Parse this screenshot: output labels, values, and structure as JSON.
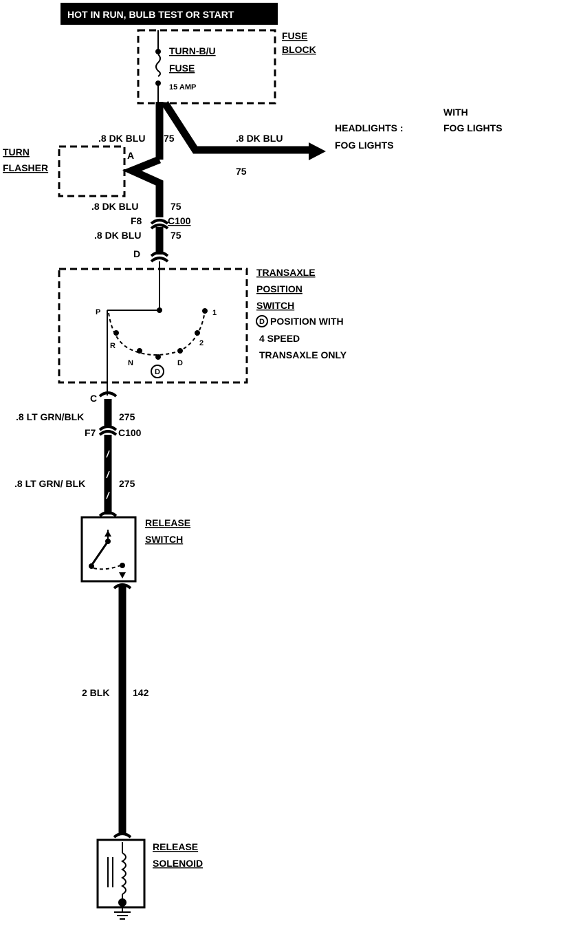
{
  "header": {
    "text": "HOT IN RUN, BULB TEST OR START"
  },
  "fuse_block": {
    "title_line1": "FUSE",
    "title_line2": "BLOCK",
    "fuse_name_line1": "TURN-B/U",
    "fuse_name_line2": "FUSE",
    "rating": "15 AMP"
  },
  "headlights_branch": {
    "wire": ".8 DK BLU",
    "circuit": "75",
    "destination_line1": "HEADLIGHTS :",
    "destination_line2": "FOG LIGHTS",
    "note_line1": "WITH",
    "note_line2": "FOG LIGHTS"
  },
  "turn_flasher": {
    "title_line1": "TURN",
    "title_line2": "FLASHER",
    "wire": ".8 DK BLU",
    "circuit": "75",
    "terminal": "A"
  },
  "connector_c100_upper": {
    "wire_top": ".8 DK BLU",
    "circuit_top": "75",
    "pin": "F8",
    "name": "C100",
    "wire_bottom": ".8 DK BLU",
    "circuit_bottom": "75"
  },
  "transaxle_switch": {
    "input_terminal": "D",
    "title_line1": "TRANSAXLE",
    "title_line2": "POSITION",
    "title_line3": "SWITCH",
    "note_symbol": "D",
    "note_line1": "POSITION WITH",
    "note_line2": "4 SPEED",
    "note_line3": "TRANSAXLE ONLY",
    "positions": {
      "p": "P",
      "r": "R",
      "n": "N",
      "d": "D",
      "d_circled": "D",
      "two": "2",
      "one": "1"
    },
    "output_terminal": "C"
  },
  "connector_c100_lower": {
    "wire_top": ".8 LT GRN/BLK",
    "circuit_top": "275",
    "pin": "F7",
    "name": "C100",
    "wire_bottom": ".8 LT GRN/ BLK",
    "circuit_bottom": "275"
  },
  "release_switch": {
    "title_line1": "RELEASE",
    "title_line2": "SWITCH"
  },
  "solenoid_feed": {
    "wire": "2 BLK",
    "circuit": "142"
  },
  "release_solenoid": {
    "title_line1": "RELEASE",
    "title_line2": "SOLENOID"
  },
  "colors": {
    "wire": "#000000",
    "banner_bg": "#000000",
    "banner_text": "#ffffff",
    "background": "#ffffff"
  }
}
